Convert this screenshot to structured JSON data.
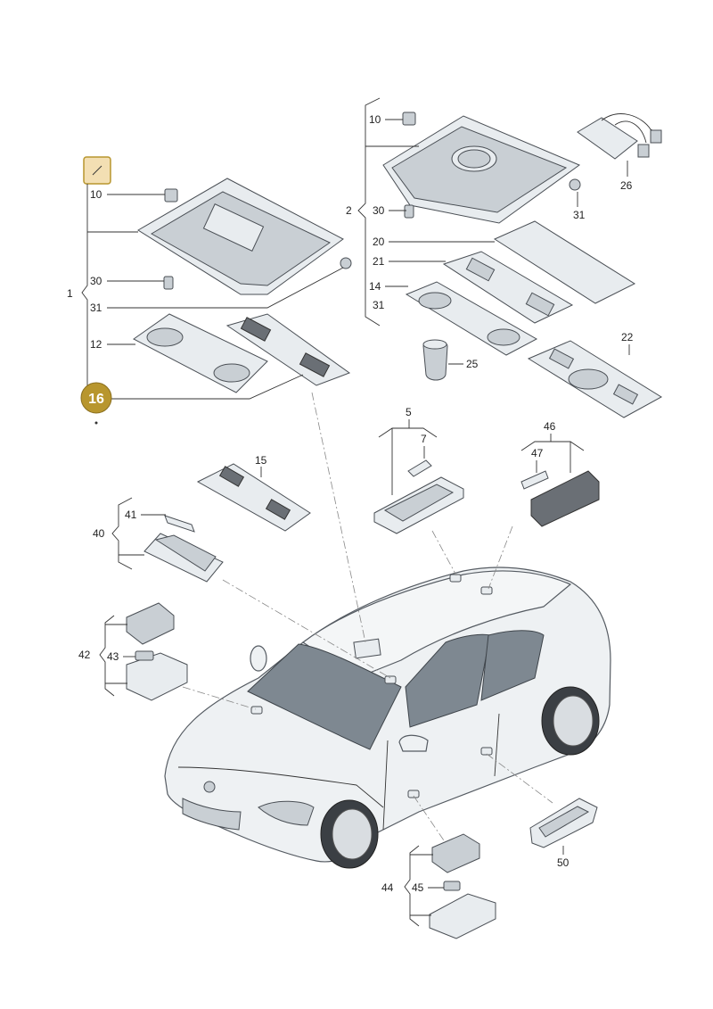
{
  "labels": {
    "p1": "1",
    "p2": "2",
    "p5": "5",
    "p7": "7",
    "p10a": "10",
    "p10b": "10",
    "p12": "12",
    "p14": "14",
    "p15": "15",
    "p16": "16",
    "p20": "20",
    "p21": "21",
    "p22": "22",
    "p25": "25",
    "p26": "26",
    "p30a": "30",
    "p30b": "30",
    "p31a": "31",
    "p31b": "31",
    "p31c": "31",
    "p40": "40",
    "p41": "41",
    "p42": "42",
    "p43": "43",
    "p44": "44",
    "p45": "45",
    "p46": "46",
    "p47": "47",
    "p50": "50"
  },
  "colors": {
    "highlight_badge": "#b8962e",
    "highlight_square": "#f3dfb3"
  }
}
